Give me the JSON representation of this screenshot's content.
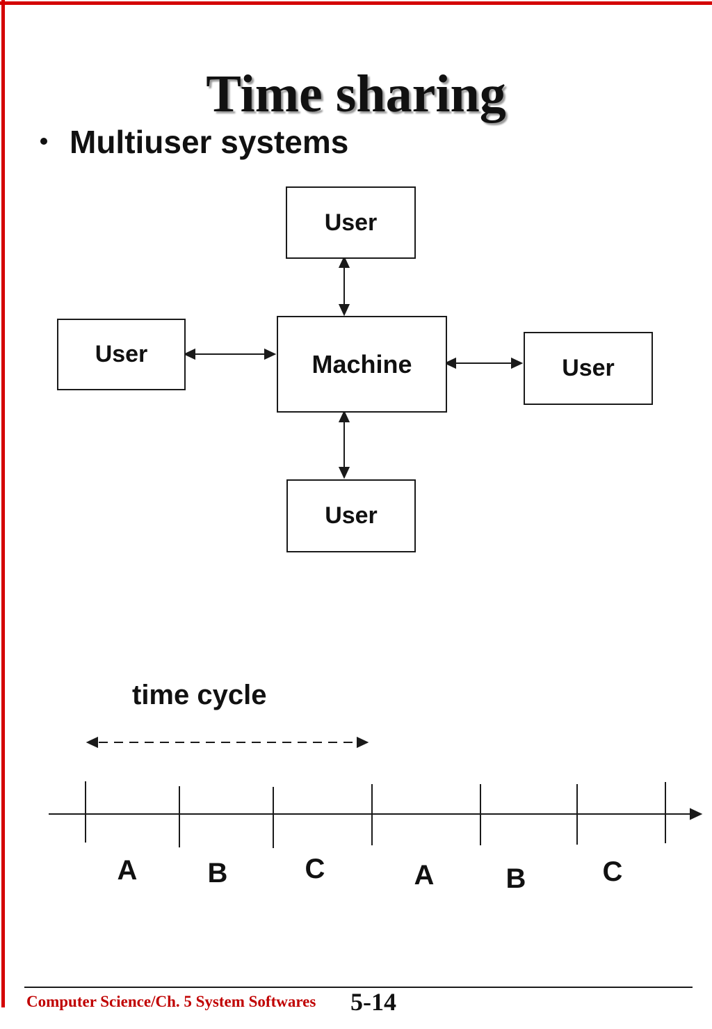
{
  "slide": {
    "title": "Time sharing",
    "bullet": {
      "marker": "bullet-dot",
      "text": "Multiuser systems"
    },
    "diagram": {
      "nodes": [
        {
          "id": "user-top",
          "label": "User"
        },
        {
          "id": "user-left",
          "label": "User"
        },
        {
          "id": "machine",
          "label": "Machine"
        },
        {
          "id": "user-right",
          "label": "User"
        },
        {
          "id": "user-bottom",
          "label": "User"
        }
      ],
      "connections": [
        "user-top <-> machine",
        "user-left <-> machine",
        "machine <-> user-right",
        "machine <-> user-bottom"
      ]
    },
    "timeline": {
      "cycle_label": "time cycle",
      "slots": [
        "A",
        "B",
        "C",
        "A",
        "B",
        "C"
      ],
      "tick_count": 7
    },
    "footer": {
      "course": "Computer Science/Ch. 5 System Softwares",
      "page": "5-14"
    },
    "colors": {
      "ink": "#1a1a1a",
      "accent_red": "#d40000",
      "footer_text_red": "#c00000",
      "title_shadow": "#999999"
    }
  }
}
